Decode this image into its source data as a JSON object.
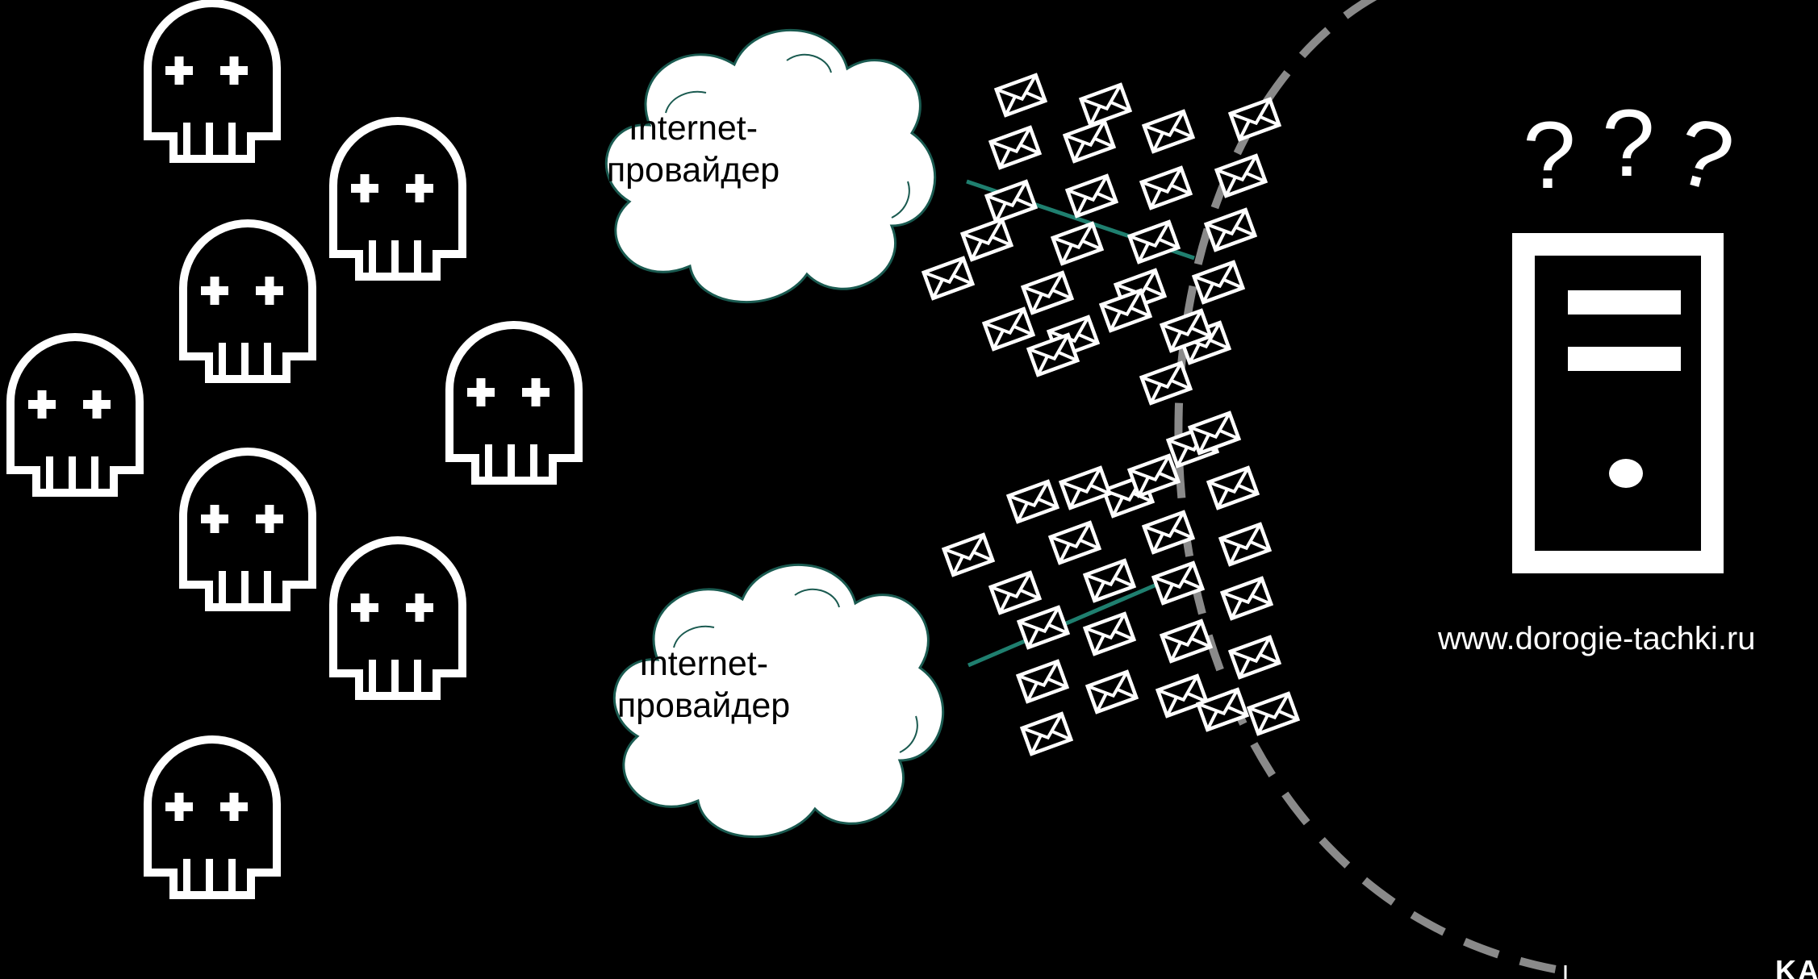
{
  "scene": {
    "attacker_count": 8,
    "envelope_count_top": 25,
    "envelope_count_bottom": 25
  },
  "isp_top": {
    "line1": "Internet-",
    "line2": "провайдер"
  },
  "isp_bottom": {
    "line1": "Internet-",
    "line2": "провайдер"
  },
  "server": {
    "question_marks": [
      "?",
      "?",
      "?"
    ],
    "url": "www.dorogie-tachki.ru"
  },
  "logo_fragment": "KA",
  "colors": {
    "background": "#000000",
    "foreground": "#ffffff",
    "accent_line": "#1f7f6f",
    "perimeter": "#8a8a8a",
    "cloud_stroke": "#1a5a50"
  },
  "icons": {
    "attacker": "skull-icon",
    "packet": "envelope-icon",
    "isp": "cloud-icon",
    "target": "server-icon"
  }
}
